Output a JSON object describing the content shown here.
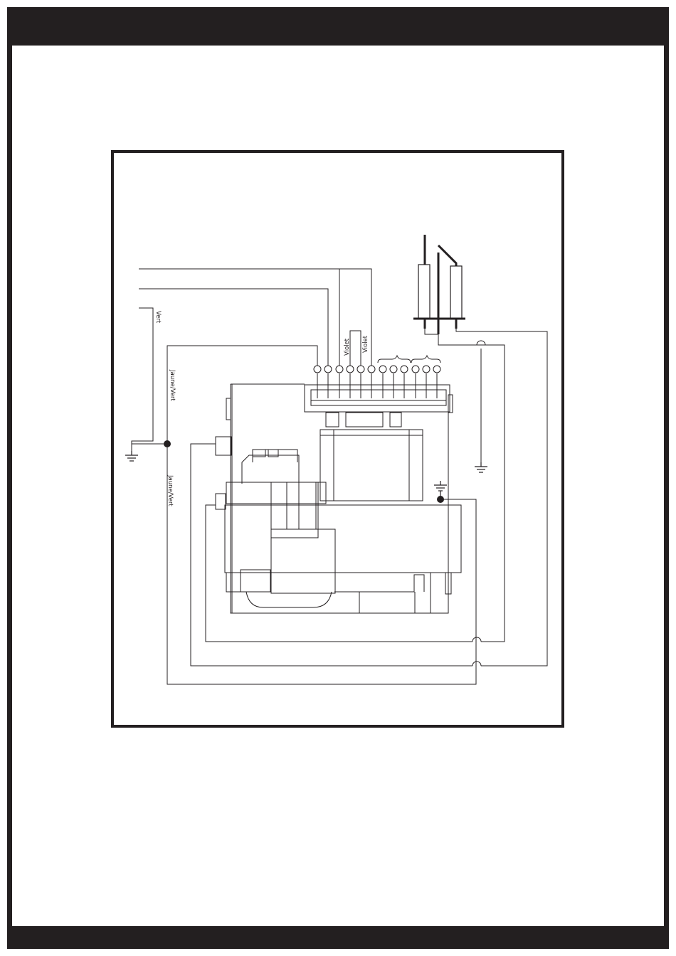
{
  "diagram": {
    "wire_labels": {
      "vert": "Vert",
      "jaune_vert_upper": "Jaune/Vert",
      "jaune_vert_lower": "Jaune/Vert",
      "violet_left": "Violet",
      "violet_right": "Violet"
    },
    "colors": {
      "frame": "#231f20",
      "line": "#231f20",
      "background": "#ffffff"
    }
  }
}
